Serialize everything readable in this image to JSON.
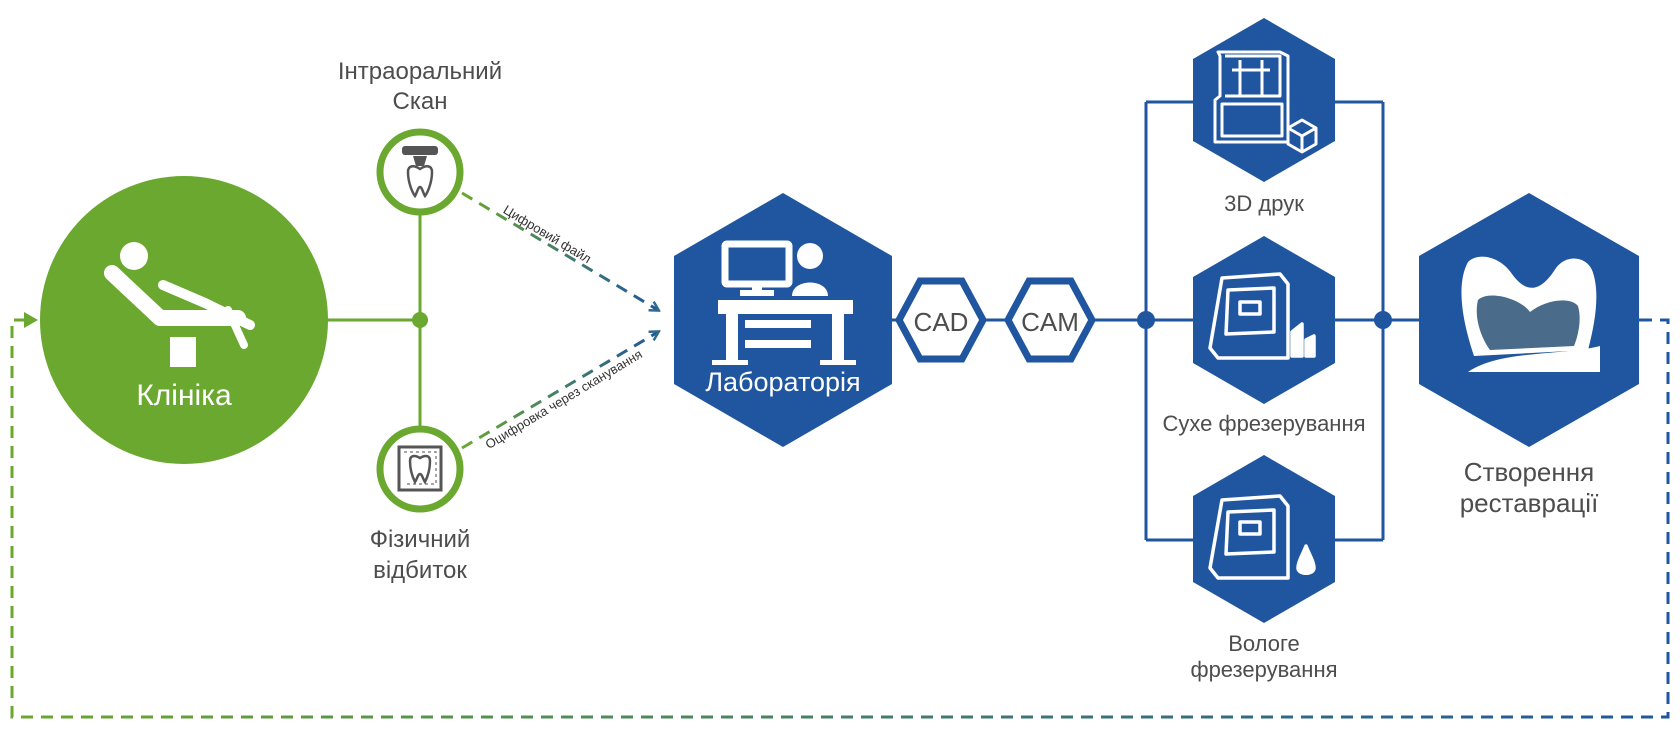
{
  "colors": {
    "green": "#6aa82f",
    "blue": "#1f569f",
    "gray_text": "#4d4d4d",
    "arrow_blue": "#2d6a8c",
    "white": "#ffffff"
  },
  "clinic": {
    "label": "Клініка",
    "icon": "dental-chair-icon"
  },
  "intraoral_scan": {
    "label_line1": "Інтраоральний",
    "label_line2": "Скан",
    "icon": "intraoral-scanner-icon"
  },
  "physical_impression": {
    "label_line1": "Фізичний",
    "label_line2": "відбиток",
    "icon": "impression-tray-icon"
  },
  "arrows": {
    "digital_file": "Цифровий файл",
    "digitization": "Оцифровка через сканування"
  },
  "laboratory": {
    "label": "Лабораторія",
    "icon": "lab-workstation-icon"
  },
  "cad": {
    "label": "CAD"
  },
  "cam": {
    "label": "CAM"
  },
  "manufacturing": {
    "print_3d": {
      "label": "3D друк",
      "icon": "3d-printer-icon"
    },
    "dry_milling": {
      "label": "Сухе фрезерування",
      "icon": "dry-milling-machine-icon"
    },
    "wet_milling": {
      "label_line1": "Вологе",
      "label_line2": "фрезерування",
      "icon": "wet-milling-machine-icon"
    }
  },
  "restoration": {
    "label_line1": "Створення",
    "label_line2": "реставрації",
    "icon": "dental-crown-icon"
  }
}
